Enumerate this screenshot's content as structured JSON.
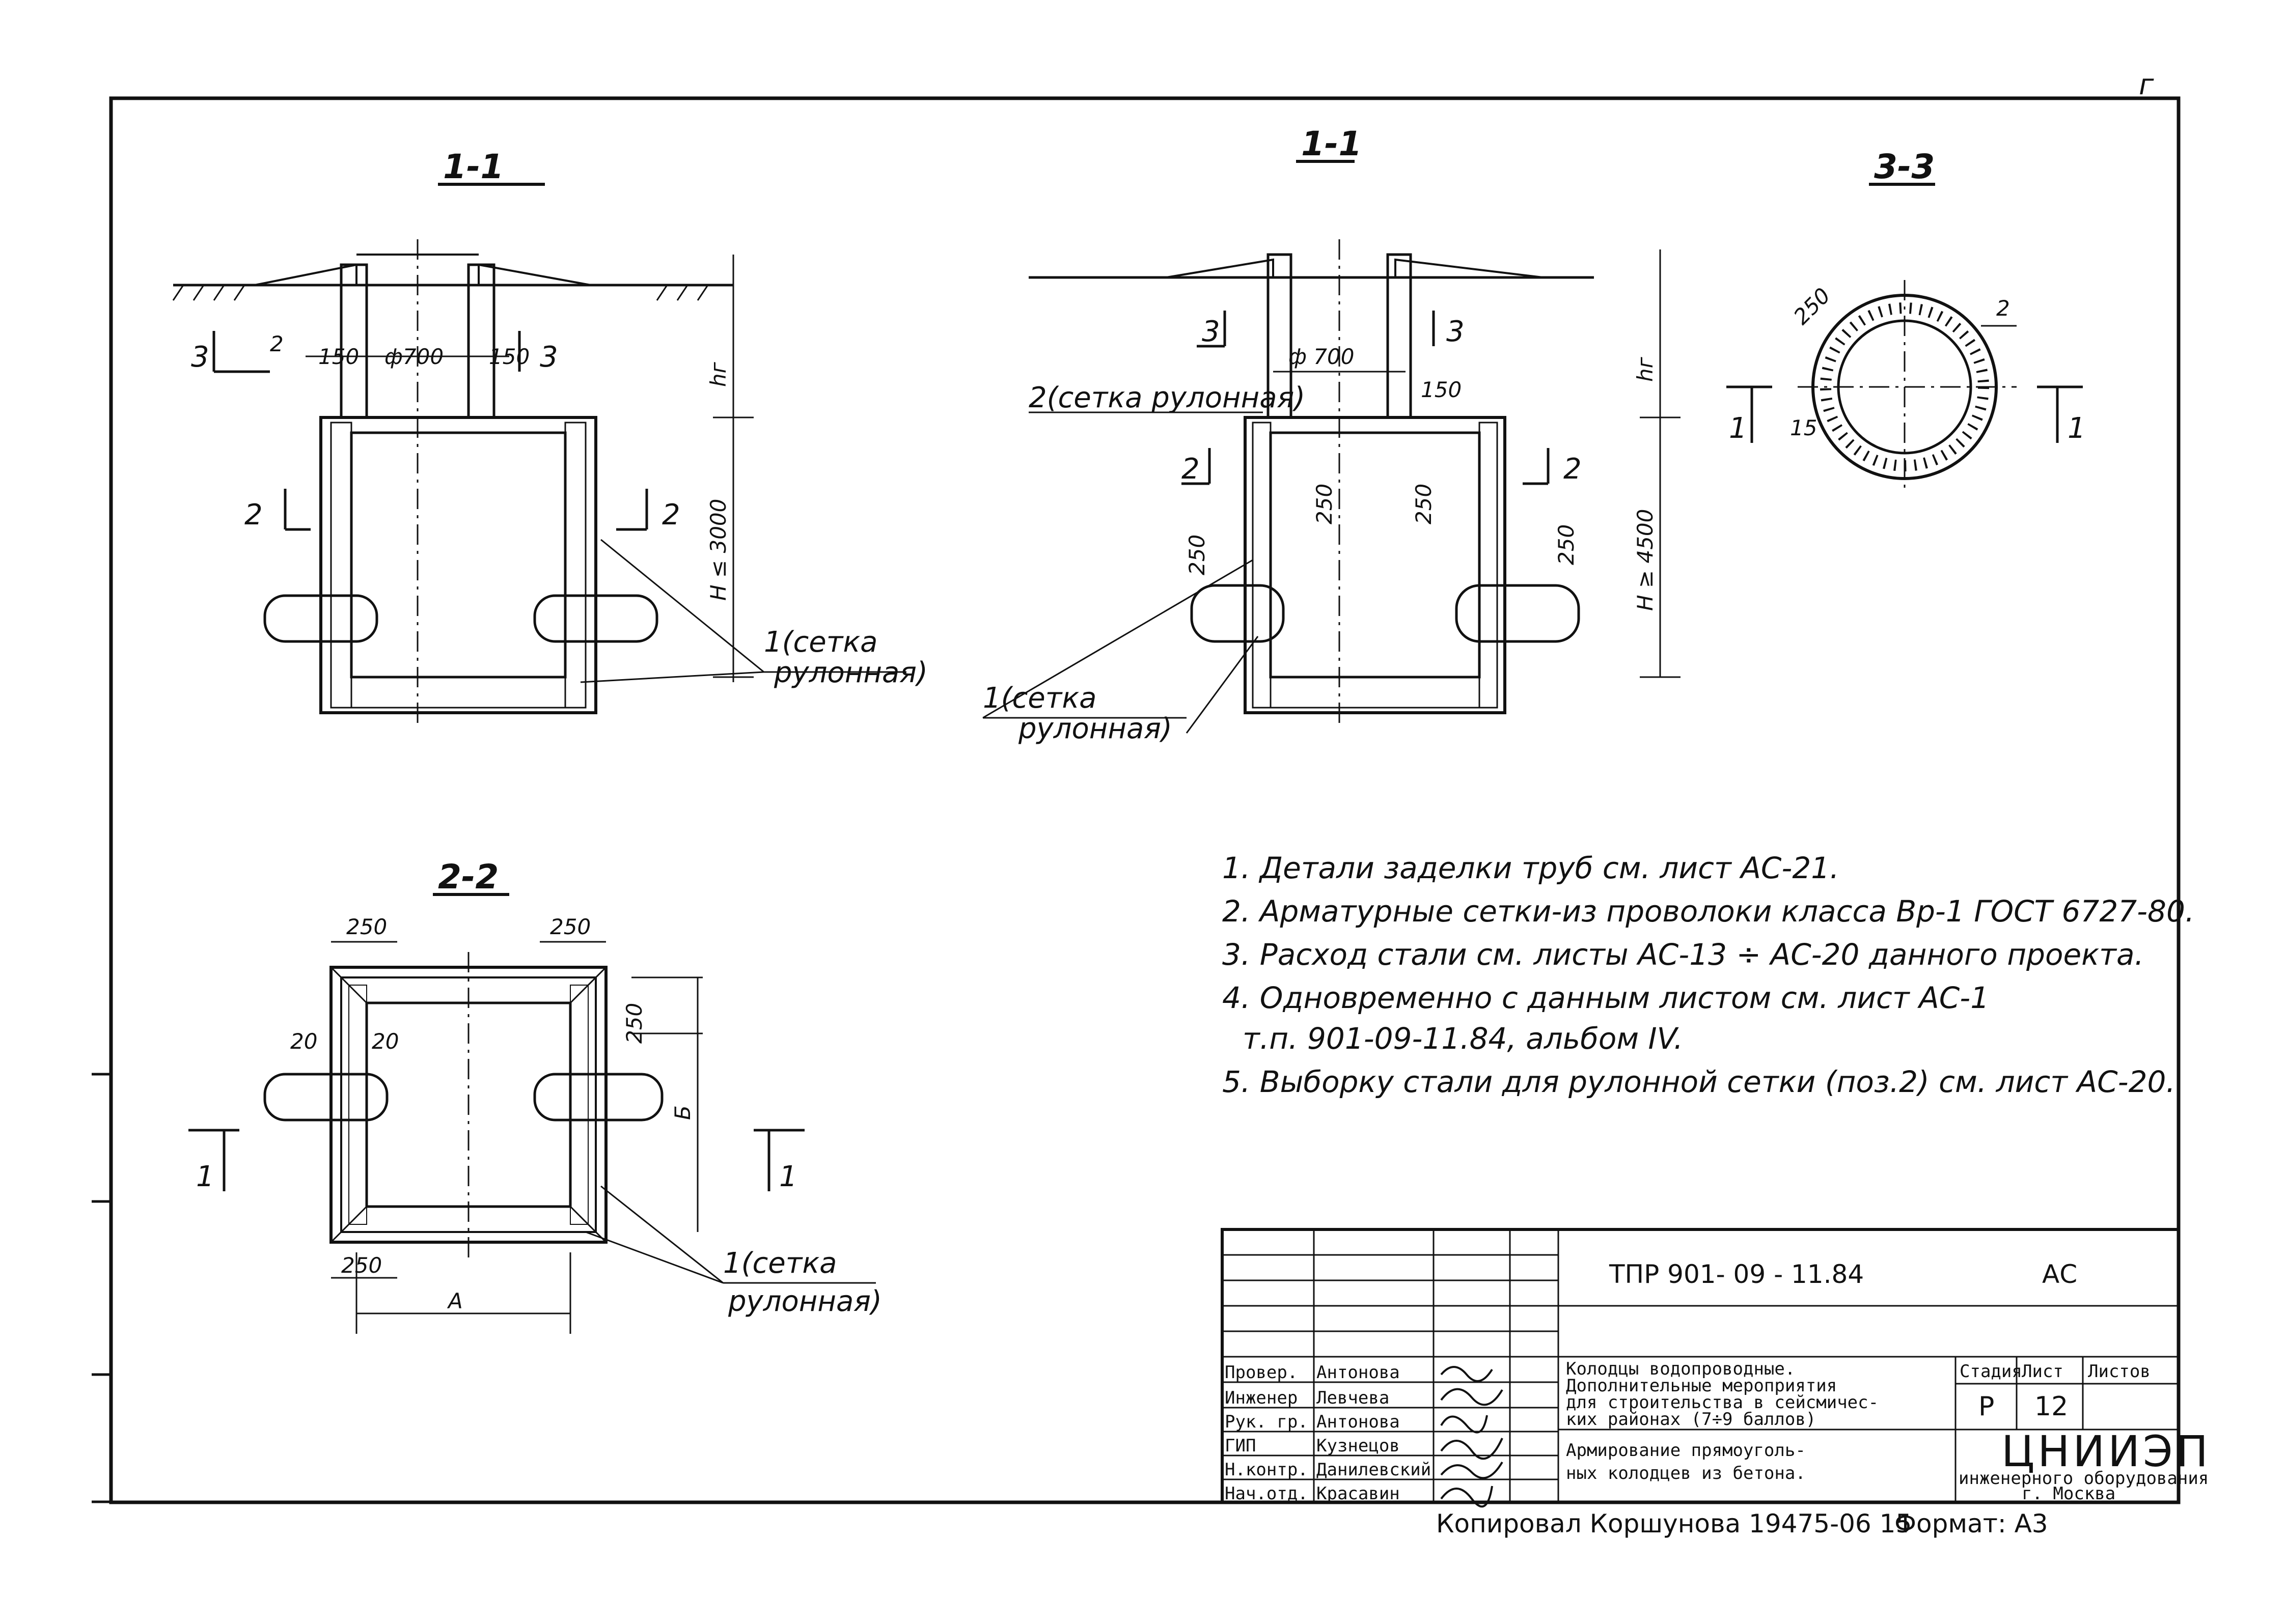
{
  "sheet": {
    "page_mark": "г",
    "notes": [
      "1. Детали заделки труб см. лист АС-21.",
      "2. Арматурные сетки-из проволоки класса Вр-1 ГОСТ 6727-80.",
      "3. Расход стали см. листы АС-13 ÷ АС-20 данного проекта.",
      "4. Одновременно с данным листом см. лист АС-1",
      "т.п. 901-09-11.84, альбом IV.",
      "5. Выборку стали для рулонной сетки (поз.2) см. лист АС-20."
    ]
  },
  "views": {
    "section_a": {
      "title": "1-1",
      "label_pos": "2",
      "cut3_left": "3",
      "cut3_right": "3",
      "cut2_left": "2",
      "cut2_right": "2",
      "dim_wall_left": "150",
      "dim_wall_right": "150",
      "dim_diameter": "ф700",
      "dim_hr": "hг",
      "dim_height": "H ≤ 3000",
      "callout_1": "1(сетка",
      "callout_1b": "рулонная)"
    },
    "section_b": {
      "title": "1-1",
      "cut3_left": "3",
      "cut3_right": "3",
      "cut2_left": "2",
      "cut2_right": "2",
      "callout_2": "2(сетка рулонная)",
      "dim_diameter": "ф 700",
      "dim_150": "150",
      "dim_hr": "hг",
      "dim_height": "H ≥ 4500",
      "dim_250_a": "250",
      "dim_250_b": "250",
      "dim_250_c": "250",
      "dim_250_d": "250",
      "callout_1": "1(сетка",
      "callout_1b": "рулонная)"
    },
    "section_c": {
      "title": "3-3",
      "dim_250": "250",
      "dim_15": "15",
      "label_pos": "2",
      "cut_left": "1",
      "cut_right": "1"
    },
    "section_d": {
      "title": "2-2",
      "dim_250_top_left": "250",
      "dim_250_top_right": "250",
      "dim_250_right": "250",
      "dim_250_bottom": "250",
      "dim_20_a": "20",
      "dim_20_b": "20",
      "dim_b": "Б",
      "dim_a": "А",
      "cut_left": "1",
      "cut_right": "1",
      "callout_1": "1(сетка",
      "callout_1b": "рулонная)"
    }
  },
  "title_block": {
    "code": "ТПР 901- 09 - 11.84",
    "mark": "АС",
    "roles": [
      "Провер.",
      "Инженер",
      "Рук. гр.",
      "ГИП",
      "Н.контр.",
      "Нач.отд."
    ],
    "names": [
      "Антонова",
      "Левчева",
      "Антонова",
      "Кузнецов",
      "Данилевский",
      "Красавин"
    ],
    "project_title": [
      "Колодцы водопроводные.",
      "Дополнительные мероприятия",
      "для строительства в сейсмичес-",
      "ких районах (7÷9 баллов)"
    ],
    "sheet_title": [
      "Армирование прямоуголь-",
      "ных колодцев из бетона."
    ],
    "col_stage": "Стадия",
    "col_sheet": "Лист",
    "col_sheets": "Листов",
    "stage": "Р",
    "sheet_no": "12",
    "org_name": "ЦНИИЭП",
    "org_sub": "инженерного оборудования",
    "org_city": "г. Москва"
  },
  "footer": {
    "copied": "Копировал Коршунова 19475-06 15",
    "format": "Формат: А3"
  }
}
